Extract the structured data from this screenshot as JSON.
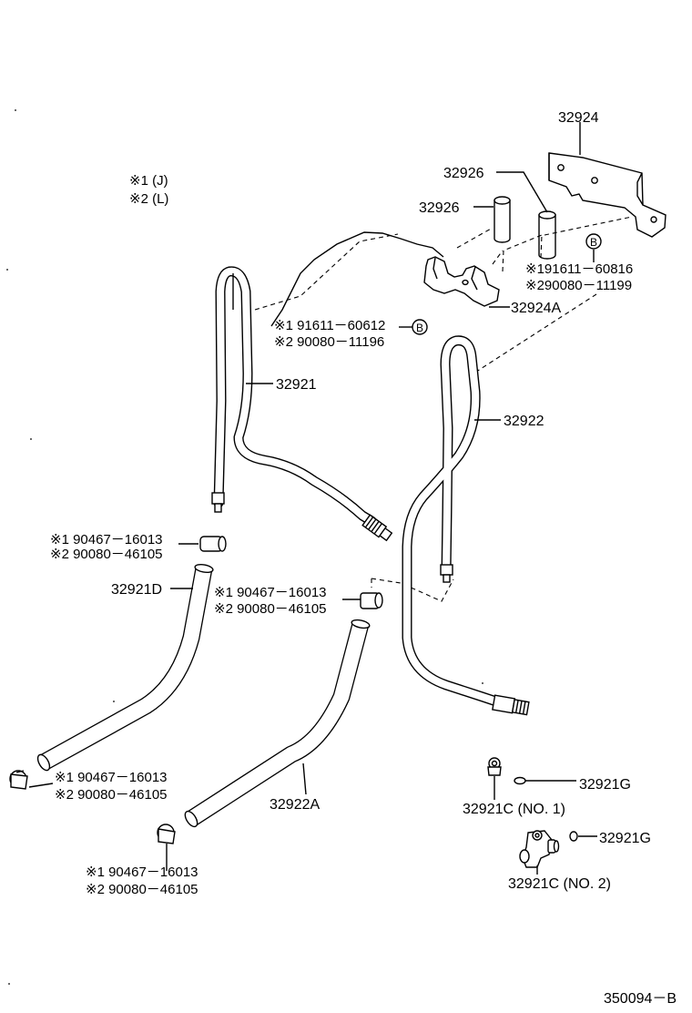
{
  "legend": {
    "l1": "※1 (J)",
    "l2": "※2 (L)"
  },
  "callouts": {
    "bracket": "32924",
    "collar_top": "32926",
    "collar_left": "32926",
    "clamp": "32924A",
    "tube_left": "32921",
    "tube_right": "32922",
    "hose_left": "32921D",
    "hose_right": "32922A",
    "gasket_top": "32921G",
    "gasket_bottom": "32921G",
    "union_no1": "32921C (NO. 1)",
    "union_no2": "32921C (NO. 2)"
  },
  "notes": {
    "bracket_bolt_1": "※191611－60816",
    "bracket_bolt_2": "※290080－11199",
    "clamp_bolt_1": "※1 91611－60612",
    "clamp_bolt_2": "※2 90080－11196",
    "hose_clip_a1": "※1  90467－16013",
    "hose_clip_a2": "※2  90080－46105",
    "hose_clip_b1": "※1  90467－16013",
    "hose_clip_b2": "※2  90080－46105",
    "hose_clip_c1": "※1  90467－16013",
    "hose_clip_c2": "※2  90080－46105",
    "hose_clip_d1": "※1  90467－16013",
    "hose_clip_d2": "※2  90080－46105",
    "ref_b": "B",
    "ref_b2": "B"
  },
  "footer": {
    "figure_id": "350094－B"
  }
}
